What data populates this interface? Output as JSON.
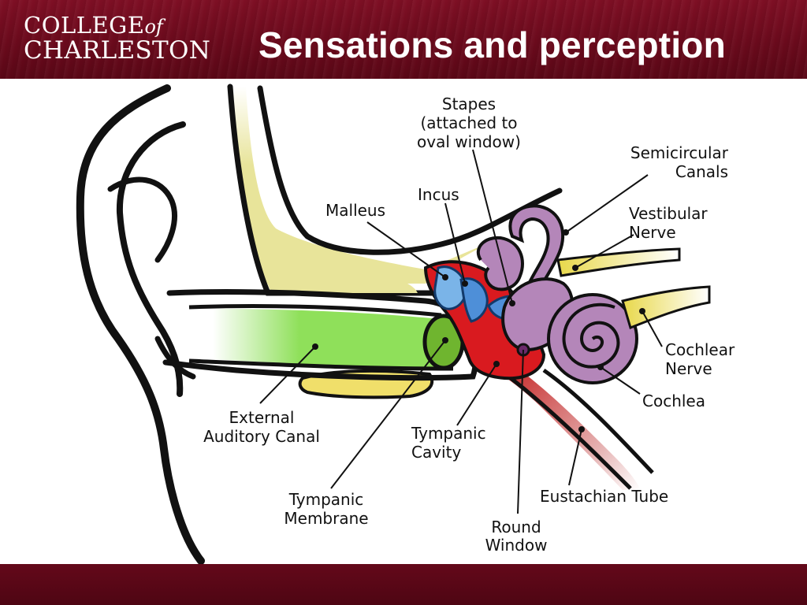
{
  "header": {
    "logo": {
      "line1": "COLLEGE",
      "of": "of",
      "line2": "CHARLESTON"
    },
    "title": "Sensations and perception"
  },
  "diagram": {
    "labels": {
      "stapes_1": "Stapes",
      "stapes_2": "(attached to",
      "stapes_3": "oval window)",
      "semicircular_1": "Semicircular",
      "semicircular_2": "Canals",
      "incus": "Incus",
      "malleus": "Malleus",
      "vestibular_1": "Vestibular",
      "vestibular_2": "Nerve",
      "cochlear_1": "Cochlear",
      "cochlear_2": "Nerve",
      "cochlea": "Cochlea",
      "external_1": "External",
      "external_2": "Auditory Canal",
      "tympanic_cavity_1": "Tympanic",
      "tympanic_cavity_2": "Cavity",
      "tympanic_membrane_1": "Tympanic",
      "tympanic_membrane_2": "Membrane",
      "eustachian": "Eustachian Tube",
      "round_1": "Round",
      "round_2": "Window"
    },
    "colors": {
      "canal": "#8fe05a",
      "bone": "#e8e49a",
      "middle_ear": "#d91a1f",
      "ossicles": "#4e8fd8",
      "inner_ear": "#b486b9",
      "nerve": "#e8d84a",
      "membrane": "#6fb52f"
    }
  }
}
